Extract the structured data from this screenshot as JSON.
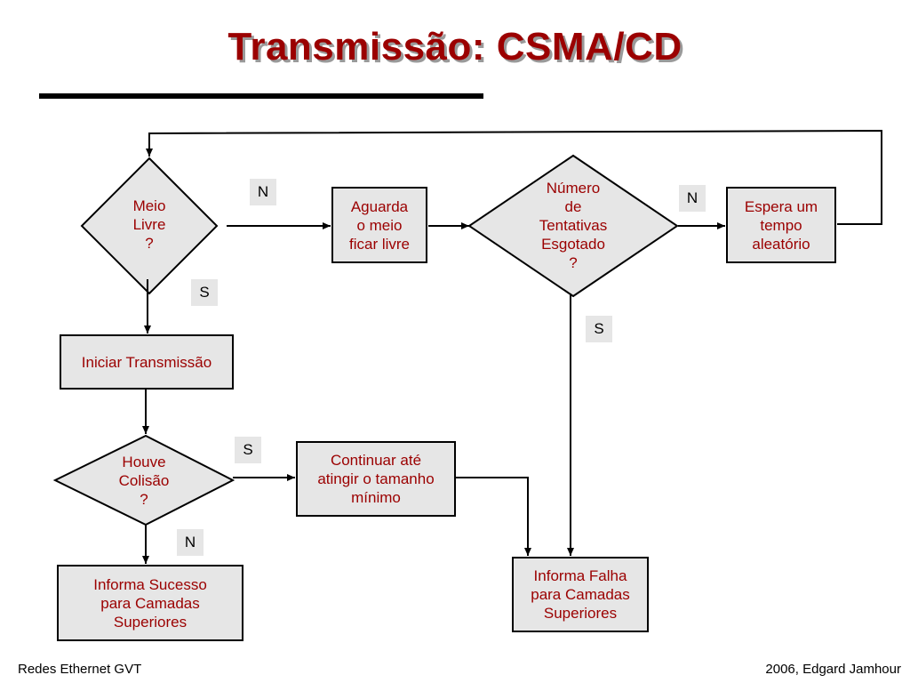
{
  "title": "Transmissão: CSMA/CD",
  "colors": {
    "title": "#9b0000",
    "shadow": "#9a9a9a",
    "node_fill": "#e6e6e6",
    "node_text": "#9b0000"
  },
  "nodes": {
    "meio_livre": "Meio\nLivre\n?",
    "aguarda": "Aguarda\no meio\nficar livre",
    "numero_tentativas": "Número\nde\nTentativas\nEsgotado\n?",
    "espera": "Espera um\ntempo\naleatório",
    "iniciar": "Iniciar Transmissão",
    "houve_colisao": "Houve\nColisão\n?",
    "continuar": "Continuar até\natingir o tamanho\nmínimo",
    "informa_sucesso": "Informa Sucesso\npara Camadas\nSuperiores",
    "informa_falha": "Informa Falha\npara Camadas\nSuperiores"
  },
  "labels": {
    "n1": "N",
    "s1": "S",
    "n2": "N",
    "s2": "S",
    "s3": "S",
    "n3": "N"
  },
  "footer": {
    "left": "Redes Ethernet GVT",
    "right": "2006, Edgard Jamhour"
  }
}
